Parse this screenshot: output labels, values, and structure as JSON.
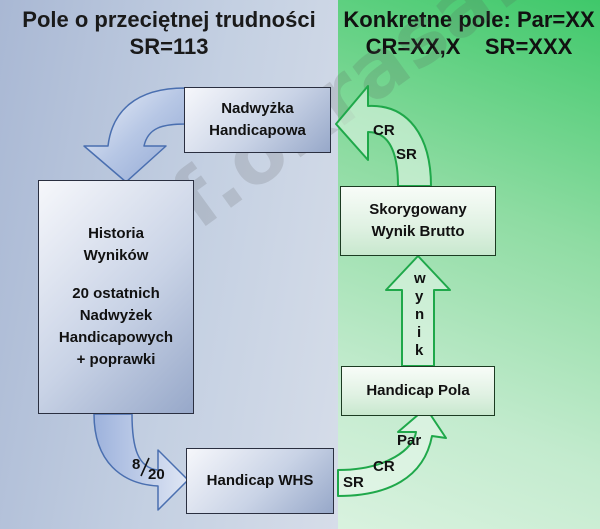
{
  "left_panel": {
    "heading_line1": "Pole o przeciętnej trudności",
    "heading_line2": "SR=113",
    "color": "#b8c5dc"
  },
  "right_panel": {
    "heading_line1": "Konkretne pole: Par=XX",
    "heading_line2": "CR=XX,X    SR=XXX",
    "color": "#5fd07f"
  },
  "boxes": {
    "nadwyzka": {
      "line1": "Nadwyżka",
      "line2": "Handicapowa"
    },
    "historia": {
      "line1": "Historia",
      "line2": "Wyników",
      "line3": "20 ostatnich",
      "line4": "Nadwyżek",
      "line5": "Handicapowych",
      "line6": "+ poprawki"
    },
    "handicap_whs": {
      "label": "Handicap WHS"
    },
    "skorygowany": {
      "line1": "Skorygowany",
      "line2": "Wynik Brutto"
    },
    "handicap_pola": {
      "label": "Handicap Pola"
    }
  },
  "labels": {
    "ratio_top": "8",
    "ratio_bottom": "20",
    "top_cr": "CR",
    "top_sr": "SR",
    "wynik": [
      "w",
      "y",
      "n",
      "i",
      "k"
    ],
    "bottom_par": "Par",
    "bottom_cr": "CR",
    "bottom_sr": "SR"
  },
  "watermark": "golf.okrasa.eu",
  "colors": {
    "blue_arrow": "#a9bcdf",
    "blue_arrow_stroke": "#4a6fb0",
    "green_arrow_stroke": "#1fa84a",
    "green_arrow_fill": "#e9f7ec"
  }
}
